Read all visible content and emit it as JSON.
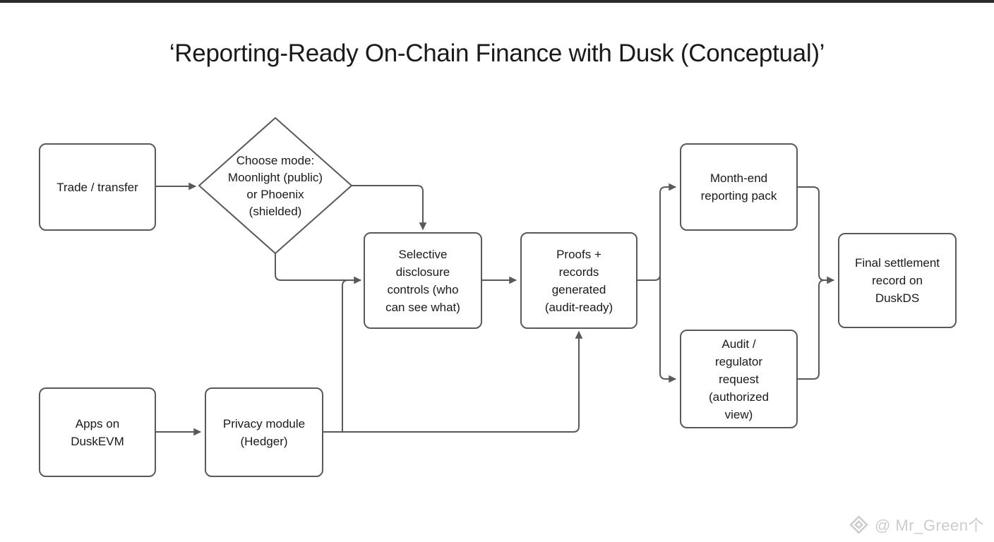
{
  "page": {
    "title": "‘Reporting-Ready On-Chain Finance with Dusk (Conceptual)’"
  },
  "nodes": {
    "trade": {
      "label": "Trade / transfer",
      "shape": "rect"
    },
    "choose_mode": {
      "label": "Choose mode:\nMoonlight (public)\nor Phoenix\n(shielded)",
      "shape": "diamond"
    },
    "selective_disclosure": {
      "label": "Selective\ndisclosure\ncontrols (who\ncan see what)",
      "shape": "rect"
    },
    "proofs_records": {
      "label": "Proofs +\nrecords\ngenerated\n(audit-ready)",
      "shape": "rect"
    },
    "month_end": {
      "label": "Month-end\nreporting pack",
      "shape": "rect"
    },
    "audit_request": {
      "label": "Audit /\nregulator\nrequest\n(authorized\nview)",
      "shape": "rect"
    },
    "final_settlement": {
      "label": "Final settlement\nrecord on\nDuskDS",
      "shape": "rect"
    },
    "apps_duskevm": {
      "label": "Apps on\nDuskEVM",
      "shape": "rect"
    },
    "privacy_module": {
      "label": "Privacy module\n(Hedger)",
      "shape": "rect"
    }
  },
  "edges": [
    {
      "from": "trade",
      "to": "choose_mode"
    },
    {
      "from": "choose_mode",
      "to": "selective_disclosure",
      "via": "right side, down into top"
    },
    {
      "from": "choose_mode",
      "to": "selective_disclosure",
      "via": "bottom point, right into left side"
    },
    {
      "from": "apps_duskevm",
      "to": "privacy_module"
    },
    {
      "from": "privacy_module",
      "to": "selective_disclosure",
      "via": "up branch into left side"
    },
    {
      "from": "privacy_module",
      "to": "proofs_records",
      "via": "long horizontal, up into bottom"
    },
    {
      "from": "selective_disclosure",
      "to": "proofs_records"
    },
    {
      "from": "proofs_records",
      "to": "month_end"
    },
    {
      "from": "proofs_records",
      "to": "audit_request"
    },
    {
      "from": "month_end",
      "to": "final_settlement"
    },
    {
      "from": "audit_request",
      "to": "final_settlement"
    }
  ],
  "watermark": {
    "icon": "gem-logo-icon",
    "handle": "@ Mr_Green个"
  },
  "colors": {
    "stroke": "#595959",
    "text": "#1a1a1a",
    "node_fill": "#ffffff",
    "background": "#ffffff",
    "watermark": "#cccccb",
    "top_bar": "#2b2b2b"
  }
}
